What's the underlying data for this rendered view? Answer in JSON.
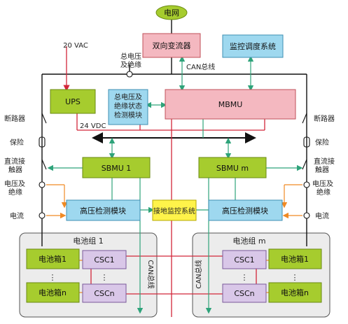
{
  "colors": {
    "pink": "#f4b8c0",
    "pink_border": "#c0505a",
    "blue": "#9ed8ef",
    "blue_border": "#3f8fb3",
    "green": "#a6cc2e",
    "green_border": "#6a8a12",
    "yellow": "#fff34a",
    "light_purple": "#d9c7e8",
    "gray_panel": "#ececec",
    "line_red": "#d2263a",
    "line_green": "#2ea37a",
    "line_black": "#111111",
    "line_orange": "#f08a24"
  },
  "labels": {
    "grid": "电网",
    "converter": "双向变流器",
    "dispatch": "监控调度系统",
    "vac": "20 VAC",
    "bus_voltage_top": "总电压",
    "bus_voltage_bottom": "及绝缘",
    "can_bus": "CAN总线",
    "ups": "UPS",
    "bus_detect_1": "总电压及",
    "bus_detect_2": "绝缘状态",
    "bus_detect_3": "检测模块",
    "mbmu": "MBMU",
    "vdc": "24 VDC",
    "breaker_left": "断路器",
    "fuse_left": "保险",
    "contactor_left_1": "直流接",
    "contactor_left_2": "触器",
    "volt_left_1": "电压及",
    "volt_left_2": "绝缘",
    "current_left": "电流",
    "breaker_right": "断路器",
    "fuse_right": "保险",
    "contactor_right_1": "直流接",
    "contactor_right_2": "触器",
    "volt_right_1": "电压及",
    "volt_right_2": "绝缘",
    "current_right": "电流",
    "sbmu_1": "SBMU 1",
    "sbmu_m": "SBMU m",
    "hv_detect_left": "高压检测模块",
    "hv_detect_right": "高压检测模块",
    "ground_monitor": "接地监控系统",
    "pack_group_left": "电池组 1",
    "pack_group_right": "电池组 m",
    "pack_l1": "电池箱1",
    "pack_ln": "电池箱n",
    "csc_l1": "CSC1",
    "csc_ln": "CSCn",
    "pack_r1": "电池箱1",
    "pack_rn": "电池箱n",
    "csc_r1": "CSC1",
    "csc_rn": "CSCn",
    "can_vert_left": "CAN总线",
    "can_vert_right": "CAN总线",
    "ellipsis": "⋮"
  }
}
